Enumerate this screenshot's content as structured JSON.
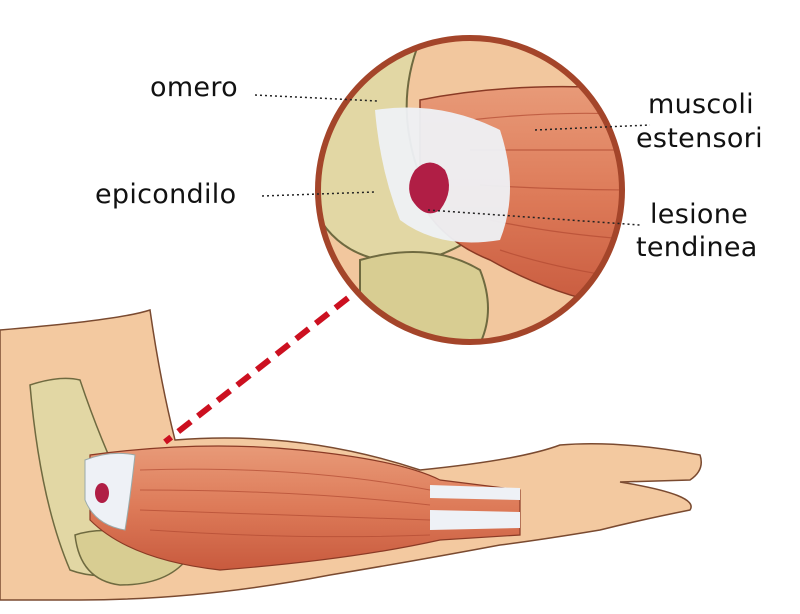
{
  "labels": {
    "humerus": "omero",
    "extensor_muscles_line1": "muscoli",
    "extensor_muscles_line2": "estensori",
    "epicondyle": "epicondilo",
    "lesion_line1": "lesione",
    "lesion_line2": "tendinea"
  },
  "colors": {
    "muscle": "#e28463",
    "muscle_dark": "#c9553a",
    "skin": "#f3c9a0",
    "bone": "#e2d7a4",
    "tendon": "#eef1f6",
    "lesion": "#b01e45",
    "circle_border": "#a4452a",
    "dashed_line": "#cc1020"
  }
}
